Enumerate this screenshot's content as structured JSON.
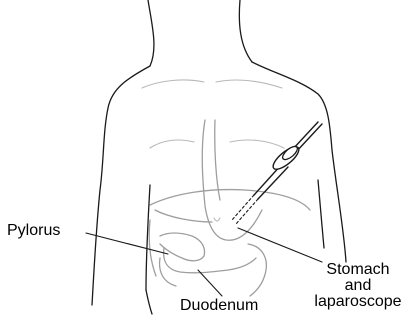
{
  "labels": {
    "pylorus": "Pylorus",
    "duodenum": "Duodenum",
    "stomach": "Stomach",
    "and": "and",
    "laparoscope": "laparoscope"
  },
  "colors": {
    "outline": "#1a1a1a",
    "organ": "#9e9e9e",
    "background": "#ffffff"
  }
}
